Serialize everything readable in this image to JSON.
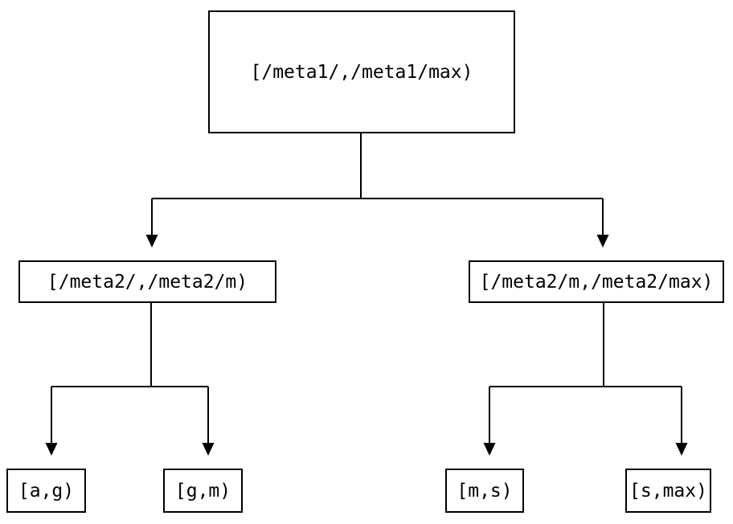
{
  "diagram": {
    "type": "tree",
    "colors": {
      "background": "#ffffff",
      "line": "#000000",
      "text": "#000000",
      "node_fill": "#ffffff"
    }
  },
  "nodes": {
    "root": {
      "label": "[/meta1/,/meta1/max)"
    },
    "left_child": {
      "label": "[/meta2/,/meta2/m)"
    },
    "right_child": {
      "label": "[/meta2/m,/meta2/max)"
    },
    "leaf_ag": {
      "label": "[a,g)"
    },
    "leaf_gm": {
      "label": "[g,m)"
    },
    "leaf_ms": {
      "label": "[m,s)"
    },
    "leaf_smax": {
      "label": "[s,max)"
    }
  },
  "edges": [
    {
      "from": "root",
      "to": "left_child"
    },
    {
      "from": "root",
      "to": "right_child"
    },
    {
      "from": "left_child",
      "to": "leaf_ag"
    },
    {
      "from": "left_child",
      "to": "leaf_gm"
    },
    {
      "from": "right_child",
      "to": "leaf_ms"
    },
    {
      "from": "right_child",
      "to": "leaf_smax"
    }
  ]
}
